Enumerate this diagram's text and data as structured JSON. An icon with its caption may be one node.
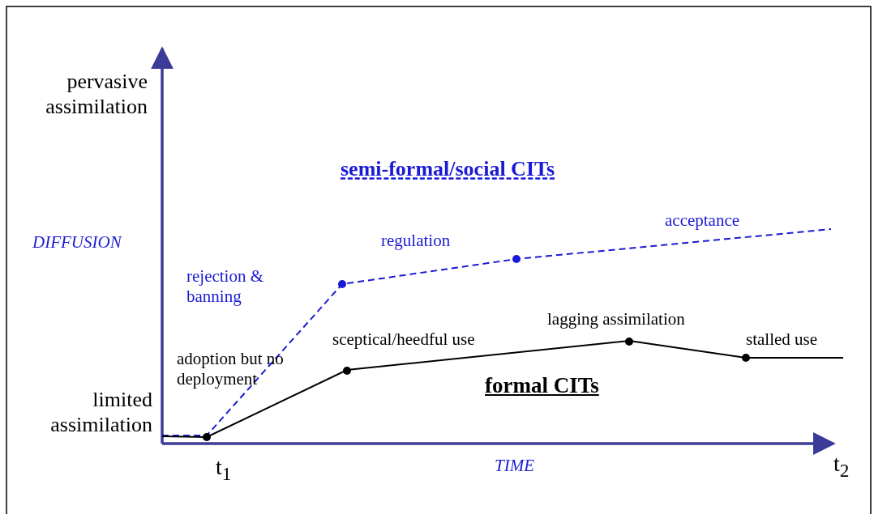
{
  "diagram": {
    "labels": [
      "pervasive assimilation",
      "semi-formal/social CITs",
      "acceptance",
      "DIFFUSION",
      "regulation",
      "rejection & banning",
      "lagging assimilation",
      "sceptical/heedful use",
      "stalled use",
      "adoption but no deployment",
      "limited assimilation",
      "formal CITs",
      "t$_{1}$",
      "TIME",
      "t$_{2}$"
    ]
  }
}
